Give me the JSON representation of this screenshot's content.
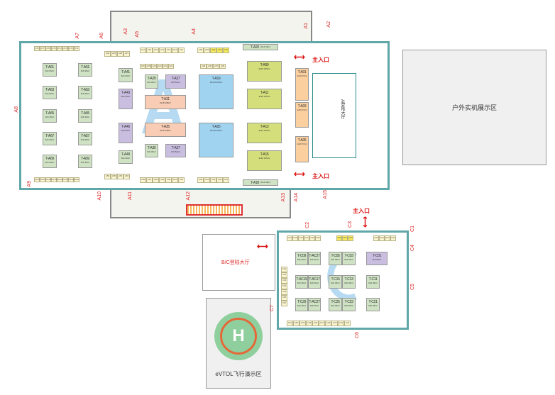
{
  "zones": {
    "outdoor": "户外实机展示区",
    "bc_hall": "B/C登陆大厅",
    "a_hall": "A登陆大厅",
    "evtol": "eVTOL飞行演示区",
    "helipad": "H"
  },
  "hall_letters": {
    "a": "A",
    "c": "C"
  },
  "entries": [
    "主入口",
    "主入口",
    "主入口"
  ],
  "gates": [
    "A1",
    "A2",
    "A3",
    "A4",
    "A5",
    "A6",
    "A7",
    "A8",
    "A9",
    "A10",
    "A11",
    "A12",
    "A13",
    "A14",
    "A15",
    "C1",
    "C2",
    "C3",
    "C4",
    "C5",
    "C6",
    "C7"
  ],
  "colors": {
    "green": "#cfe3c4",
    "lime": "#d4de7a",
    "blue": "#9fd3f0",
    "pink": "#f9cdb5",
    "purple": "#c9bde0",
    "orange": "#fbcf9e",
    "wall": "#5fa7a8"
  },
  "booths": [
    {
      "label": "T-A19",
      "size": "15x15 225m²",
      "type": "blue"
    },
    {
      "label": "T-A25",
      "size": "15x15 225m²",
      "type": "blue"
    },
    {
      "label": "T-A09",
      "size": "9x15 135m²",
      "type": "lime"
    },
    {
      "label": "T-A11",
      "size": "9x15 135m²",
      "type": "lime"
    },
    {
      "label": "T-A13",
      "size": "9x15 135m²",
      "type": "lime"
    },
    {
      "label": "T-A15",
      "size": "9x15 135m²",
      "type": "lime"
    },
    {
      "label": "T-A01",
      "size": "12x6 72m²",
      "type": "orange"
    },
    {
      "label": "T-A03",
      "size": "12x6 72m²",
      "type": "orange"
    },
    {
      "label": "T-A05",
      "size": "12x6 72m²",
      "type": "orange"
    },
    {
      "label": "T-A31",
      "size": "6x18 108m²",
      "type": "pink"
    },
    {
      "label": "T-A35",
      "size": "6x18 108m²",
      "type": "pink"
    },
    {
      "label": "T-A29",
      "size": "6x6 36m²",
      "type": "green"
    },
    {
      "label": "T-A27",
      "size": "6x9 54m²",
      "type": "purple"
    },
    {
      "label": "T-A39",
      "size": "6x6 36m²",
      "type": "green"
    },
    {
      "label": "T-A37",
      "size": "6x9 54m²",
      "type": "purple"
    },
    {
      "label": "T-A41",
      "size": "6x6 36m²",
      "type": "green"
    },
    {
      "label": "T-A43",
      "size": "6x9 54m²",
      "type": "purple"
    },
    {
      "label": "T-A45",
      "size": "6x9 54m²",
      "type": "purple"
    },
    {
      "label": "T-A49",
      "size": "6x6 36m²",
      "type": "green"
    },
    {
      "label": "T-A61",
      "size": "6x6 36m²",
      "type": "green"
    },
    {
      "label": "T-A51",
      "size": "6x6 36m²",
      "type": "green"
    },
    {
      "label": "T-A63",
      "size": "6x6 36m²",
      "type": "green"
    },
    {
      "label": "T-A53",
      "size": "6x6 36m²",
      "type": "green"
    },
    {
      "label": "T-A65",
      "size": "6x6 36m²",
      "type": "green"
    },
    {
      "label": "T-A55",
      "size": "6x6 36m²",
      "type": "green"
    },
    {
      "label": "T-A67",
      "size": "6x6 36m²",
      "type": "green"
    },
    {
      "label": "T-A57",
      "size": "6x6 36m²",
      "type": "green"
    },
    {
      "label": "T-A69",
      "size": "6x6 36m²",
      "type": "green"
    },
    {
      "label": "T-A59",
      "size": "6x6 36m²",
      "type": "green"
    },
    {
      "label": "T-A20",
      "size": "3x12 36m²",
      "type": "green"
    },
    {
      "label": "T-A18",
      "size": "3x12 36m²",
      "type": "green"
    },
    {
      "label": "T-C09",
      "size": "6x6 36m²",
      "type": "green"
    },
    {
      "label": "T-AC27",
      "size": "6x6 36m²",
      "type": "green"
    },
    {
      "label": "T-C05",
      "size": "6x6 36m²",
      "type": "green"
    },
    {
      "label": "T-C03",
      "size": "6x6 36m²",
      "type": "green"
    },
    {
      "label": "T-C01",
      "size": "6x9 54m²",
      "type": "purple"
    },
    {
      "label": "T-AC19",
      "size": "6x6 36m²",
      "type": "green"
    },
    {
      "label": "T-AC17",
      "size": "6x6 36m²",
      "type": "green"
    },
    {
      "label": "T-C15",
      "size": "6x6 36m²",
      "type": "green"
    },
    {
      "label": "T-C13",
      "size": "6x6 36m²",
      "type": "green"
    },
    {
      "label": "T-C11",
      "size": "6x6 36m²",
      "type": "green"
    },
    {
      "label": "T-C29",
      "size": "6x6 36m²",
      "type": "green"
    },
    {
      "label": "T-AC27",
      "size": "6x6 36m²",
      "type": "green"
    },
    {
      "label": "T-C25",
      "size": "6x6 36m²",
      "type": "green"
    },
    {
      "label": "T-C23",
      "size": "6x6 36m²",
      "type": "green"
    },
    {
      "label": "T-C21",
      "size": "6x6 36m²",
      "type": "green"
    }
  ],
  "small_booths": {
    "a_top_left": [
      "A30",
      "A29",
      "A28",
      "A27"
    ],
    "a_top_mid": [
      "A17",
      "A16",
      "A15",
      "A14",
      "A13",
      "A12",
      "A11"
    ],
    "a_top_right": [
      "A05",
      "A04",
      "A03",
      "A02",
      "A01"
    ],
    "a_row2": [
      "A26",
      "A25",
      "A24",
      "A23",
      "A22",
      "A21"
    ],
    "a_row2b": [
      "A09",
      "A08",
      "A07",
      "A06"
    ],
    "a_left_top": [
      "A78",
      "A77",
      "A76",
      "A75",
      "A74",
      "A73",
      "A72",
      "A71"
    ],
    "a_left_bottom": [
      "A116",
      "A117",
      "A118",
      "A115",
      "A114",
      "A113",
      "A112",
      "A111"
    ],
    "a_bottom_mid": [
      "A52",
      "A51",
      "A50",
      "A49",
      "A48",
      "A47",
      "A46"
    ],
    "a_bottom_right": [
      "A45",
      "A44",
      "A43",
      "A42",
      "A41"
    ],
    "a_bottom_left": [
      "A56",
      "A55",
      "A54",
      "A53"
    ],
    "c_top_left": [
      "C16",
      "C15",
      "C12",
      "C11",
      "C10",
      "C09"
    ],
    "c_top_mid": [
      "C08",
      "C07",
      "C06"
    ],
    "c_top_right": [
      "C05",
      "C03",
      "C02",
      "C01"
    ],
    "c_bottom": [
      "C51",
      "C50",
      "C49",
      "C45",
      "C46",
      "C47",
      "C48",
      "C43",
      "C42",
      "C41"
    ],
    "c_left": [
      "C61",
      "C62",
      "C63",
      "C64",
      "C65",
      "C66",
      "C67"
    ]
  }
}
